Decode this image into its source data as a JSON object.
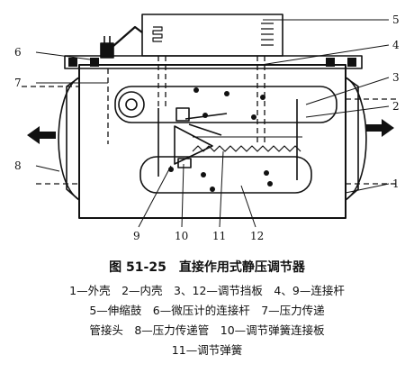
{
  "figure": {
    "number": "图 51-25",
    "title": "直接作用式静压调节器",
    "callouts": [
      "1",
      "2",
      "3",
      "4",
      "5",
      "6",
      "7",
      "8",
      "9",
      "10",
      "11",
      "12"
    ]
  },
  "legend_lines": [
    "1—外壳　2—内壳　3、12—调节挡板　4、9—连接杆",
    "5—伸缩鼓　6—微压计的连接杆　7—压力传递",
    "管接头　8—压力传递管　10—调节弹簧连接板",
    "11—调节弹簧"
  ]
}
